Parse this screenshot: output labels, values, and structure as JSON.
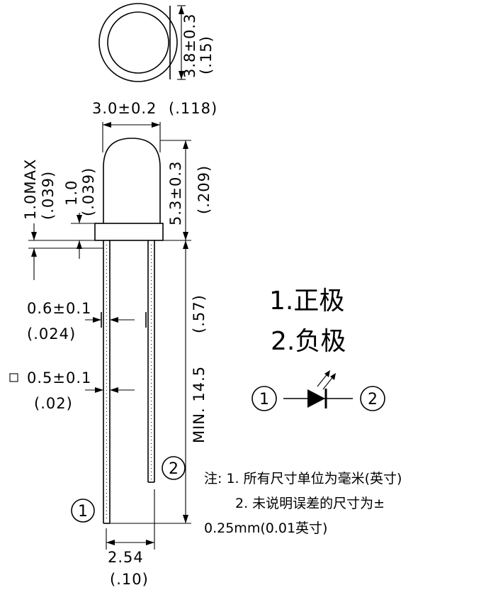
{
  "dimensions": {
    "top_diameter": "3.8±0.3",
    "top_diameter_in": "(.15)",
    "body_width": "3.0±0.2",
    "body_width_in": "(.118)",
    "flange_max": "1.0MAX",
    "flange_max_in": "(.039)",
    "flange": "1.0",
    "flange_in": "(.039)",
    "body_height": "5.3±0.3",
    "body_height_in": "(.209)",
    "lead_length": "MIN. 14.5",
    "lead_length_in": "(.57)",
    "lead_width": "0.6±0.1",
    "lead_width_in": "(.024)",
    "lead_square": "0.5±0.1",
    "lead_square_in": "(.02)",
    "pitch": "2.54",
    "pitch_in": "(.10)"
  },
  "pins": {
    "pin1": "①",
    "pin2": "②"
  },
  "legend": {
    "positive": "1.正极",
    "negative": "2.负极"
  },
  "notes": {
    "line1": "注: 1. 所有尺寸单位为毫米(英寸)",
    "line2": "2. 未说明误差的尺寸为±",
    "line3": "0.25mm(0.01英寸)"
  }
}
